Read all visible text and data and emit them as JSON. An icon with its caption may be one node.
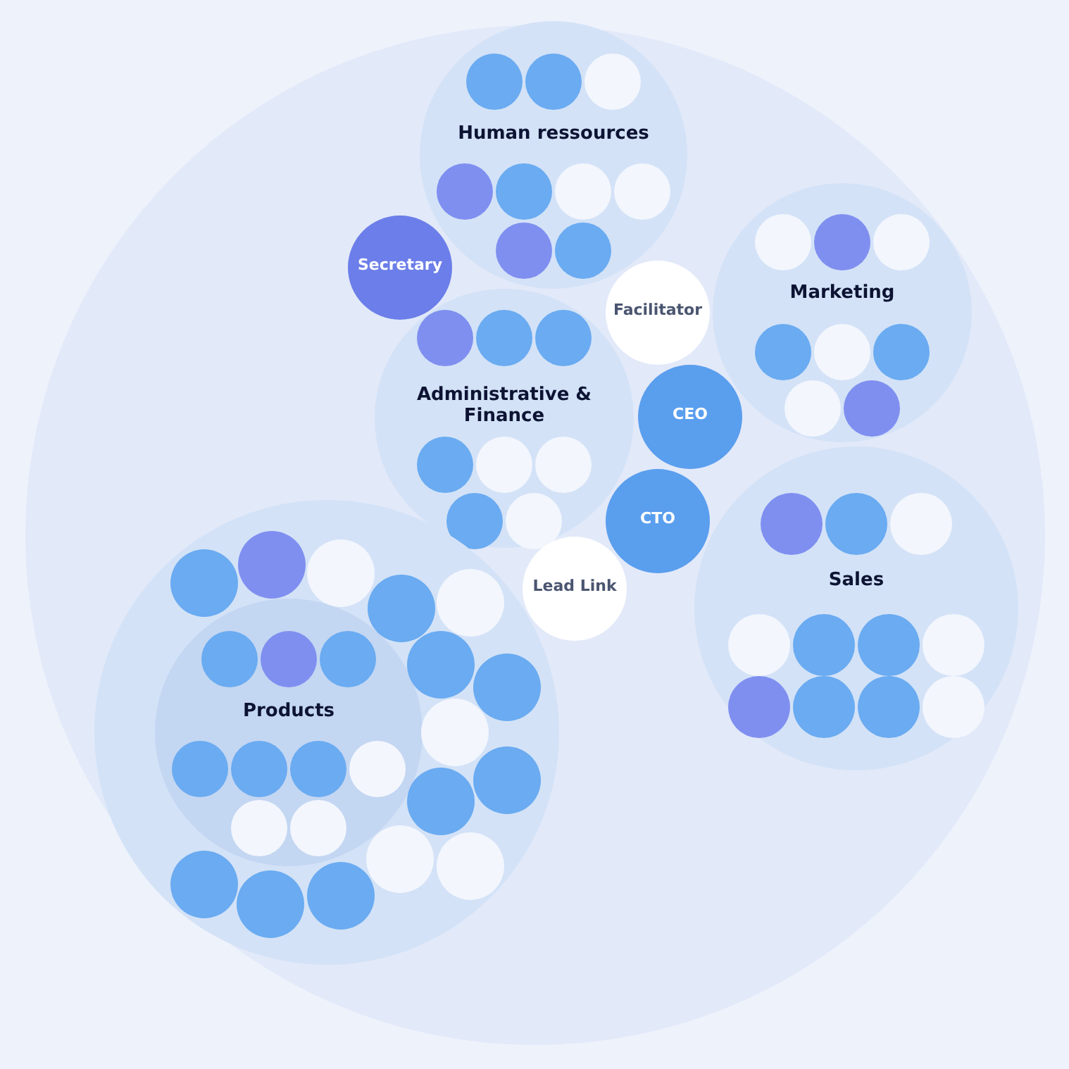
{
  "diagram": {
    "nodes": [
      {
        "text": [],
        "shape": "circle"
      },
      {
        "text": [
          "Human ressources"
        ],
        "in": 0
      },
      {
        "text": [],
        "shape": "circle",
        "in": 1
      },
      {
        "text": [],
        "shape": "circle",
        "in": 1
      },
      {
        "text": [],
        "shape": "circle",
        "in": 1
      },
      {
        "text": [],
        "shape": "circle",
        "in": 1
      },
      {
        "text": [],
        "shape": "circle",
        "in": 1
      },
      {
        "text": [],
        "shape": "circle",
        "in": 1
      },
      {
        "text": [],
        "shape": "circle",
        "in": 1
      },
      {
        "text": [],
        "shape": "circle",
        "in": 1
      },
      {
        "text": [],
        "shape": "circle",
        "in": 1
      },
      {
        "text": [
          "Secretary"
        ],
        "in": 0
      },
      {
        "text": [
          "Facilitator"
        ],
        "in": 0
      },
      {
        "text": [
          "Marketing"
        ],
        "in": 0
      },
      {
        "text": [],
        "shape": "circle",
        "in": 13
      },
      {
        "text": [],
        "shape": "circle",
        "in": 13
      },
      {
        "text": [],
        "shape": "circle",
        "in": 13
      },
      {
        "text": [],
        "shape": "circle",
        "in": 13
      },
      {
        "text": [],
        "shape": "circle",
        "in": 13
      },
      {
        "text": [],
        "shape": "circle",
        "in": 13
      },
      {
        "text": [],
        "shape": "circle",
        "in": 13
      },
      {
        "text": [],
        "shape": "circle",
        "in": 13
      },
      {
        "text": [
          "Administrative & Finance"
        ],
        "in": 0
      },
      {
        "text": [],
        "shape": "circle",
        "in": 22
      },
      {
        "text": [],
        "shape": "circle",
        "in": 22
      },
      {
        "text": [],
        "shape": "circle",
        "in": 22
      },
      {
        "text": [],
        "shape": "circle",
        "in": 22
      },
      {
        "text": [],
        "shape": "circle",
        "in": 22
      },
      {
        "text": [],
        "shape": "circle",
        "in": 22
      },
      {
        "text": [],
        "shape": "circle",
        "in": 22
      },
      {
        "text": [],
        "shape": "circle",
        "in": 22
      },
      {
        "text": [
          "CEO"
        ],
        "in": 0
      },
      {
        "text": [
          "CTO"
        ],
        "in": 0
      },
      {
        "text": [
          "Lead Link"
        ],
        "in": 0
      },
      {
        "text": [
          "Sales"
        ],
        "in": 0
      },
      {
        "text": [],
        "shape": "circle",
        "in": 34
      },
      {
        "text": [],
        "shape": "circle",
        "in": 34
      },
      {
        "text": [],
        "shape": "circle",
        "in": 34
      },
      {
        "text": [],
        "shape": "circle",
        "in": 34
      },
      {
        "text": [],
        "shape": "circle",
        "in": 34
      },
      {
        "text": [],
        "shape": "circle",
        "in": 34
      },
      {
        "text": [],
        "shape": "circle",
        "in": 34
      },
      {
        "text": [],
        "shape": "circle",
        "in": 34
      },
      {
        "text": [],
        "shape": "circle",
        "in": 34
      },
      {
        "text": [],
        "shape": "circle",
        "in": 34
      },
      {
        "text": [],
        "shape": "circle",
        "in": 34
      },
      {
        "text": [],
        "shape": "circle",
        "in": 0
      },
      {
        "text": [
          "Products"
        ],
        "in": 46
      },
      {
        "text": [],
        "shape": "circle",
        "in": 47
      },
      {
        "text": [],
        "shape": "circle",
        "in": 47
      },
      {
        "text": [],
        "shape": "circle",
        "in": 47
      },
      {
        "text": [],
        "shape": "circle",
        "in": 47
      },
      {
        "text": [],
        "shape": "circle",
        "in": 47
      },
      {
        "text": [],
        "shape": "circle",
        "in": 47
      },
      {
        "text": [],
        "shape": "circle",
        "in": 47
      },
      {
        "text": [],
        "shape": "circle",
        "in": 47
      },
      {
        "text": [],
        "shape": "circle",
        "in": 47
      },
      {
        "text": [],
        "shape": "circle",
        "in": 46
      },
      {
        "text": [],
        "shape": "circle",
        "in": 46
      },
      {
        "text": [],
        "shape": "circle",
        "in": 46
      },
      {
        "text": [],
        "shape": "circle",
        "in": 46
      },
      {
        "text": [],
        "shape": "circle",
        "in": 46
      },
      {
        "text": [],
        "shape": "circle",
        "in": 46
      },
      {
        "text": [],
        "shape": "circle",
        "in": 46
      },
      {
        "text": [],
        "shape": "circle",
        "in": 46
      },
      {
        "text": [],
        "shape": "circle",
        "in": 46
      },
      {
        "text": [],
        "shape": "circle",
        "in": 46
      },
      {
        "text": [],
        "shape": "circle",
        "in": 46
      },
      {
        "text": [],
        "shape": "circle",
        "in": 46
      },
      {
        "text": [],
        "shape": "circle",
        "in": 46
      },
      {
        "text": [],
        "shape": "circle",
        "in": 46
      },
      {
        "text": [],
        "shape": "circle",
        "in": 46
      }
    ]
  }
}
